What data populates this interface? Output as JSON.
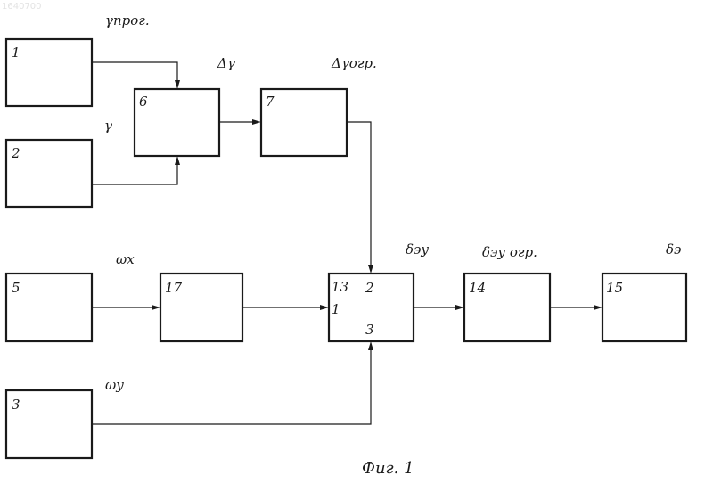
{
  "watermark": "1640700",
  "blocks": {
    "b1": "1",
    "b2": "2",
    "b3": "3",
    "b5": "5",
    "b6": "6",
    "b7": "7",
    "b13": "13",
    "b14": "14",
    "b15": "15",
    "b17": "17"
  },
  "ports": {
    "b13_in1": "1",
    "b13_in2": "2",
    "b13_in3": "3"
  },
  "signals": {
    "gamma_prog": "γпрог.",
    "gamma": "γ",
    "delta_gamma": "Δγ",
    "delta_gamma_limit": "Δγогр.",
    "omega_x": "ωx",
    "omega_y": "ωy",
    "delta_ey": "δэу",
    "delta_ey_limit": "δэу огр.",
    "delta_e": "δэ"
  },
  "caption": "Фиг. 1"
}
